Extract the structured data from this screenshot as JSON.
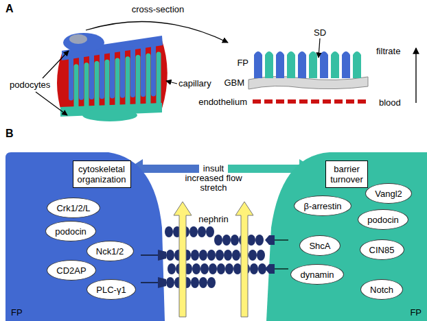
{
  "diagram": {
    "nodes": [
      {
        "text": [
          "FP"
        ]
      },
      {
        "text": [
          "cytoskeletal organization"
        ],
        "in": 0
      },
      {
        "text": [
          "Crk1/2/L"
        ],
        "in": 0
      },
      {
        "text": [
          "podocin"
        ],
        "in": 0
      },
      {
        "text": [
          "Nck1/2"
        ],
        "in": 0
      },
      {
        "text": [
          "CD2AP"
        ],
        "in": 0
      },
      {
        "text": [
          "PLC-γ1"
        ],
        "in": 0
      },
      {
        "text": [
          "FP"
        ]
      },
      {
        "text": [
          "barrier turnover"
        ],
        "in": 7
      },
      {
        "text": [
          "Vangl2"
        ],
        "in": 7
      },
      {
        "text": [
          "β-arrestin"
        ],
        "in": 7
      },
      {
        "text": [
          "podocin"
        ],
        "in": 7
      },
      {
        "text": [
          "ShcA"
        ],
        "in": 7
      },
      {
        "text": [
          "CIN85"
        ],
        "in": 7
      },
      {
        "text": [
          "dynamin"
        ],
        "in": 7
      },
      {
        "text": [
          "Notch"
        ],
        "in": 7
      }
    ],
    "labels": [
      "A",
      "cross-section",
      "podocytes",
      "capillary",
      "SD",
      "FP",
      "GBM",
      "endothelium",
      "filtrate",
      "blood",
      "B",
      "insult",
      "increased flow",
      "stretch",
      "nephrin"
    ]
  }
}
